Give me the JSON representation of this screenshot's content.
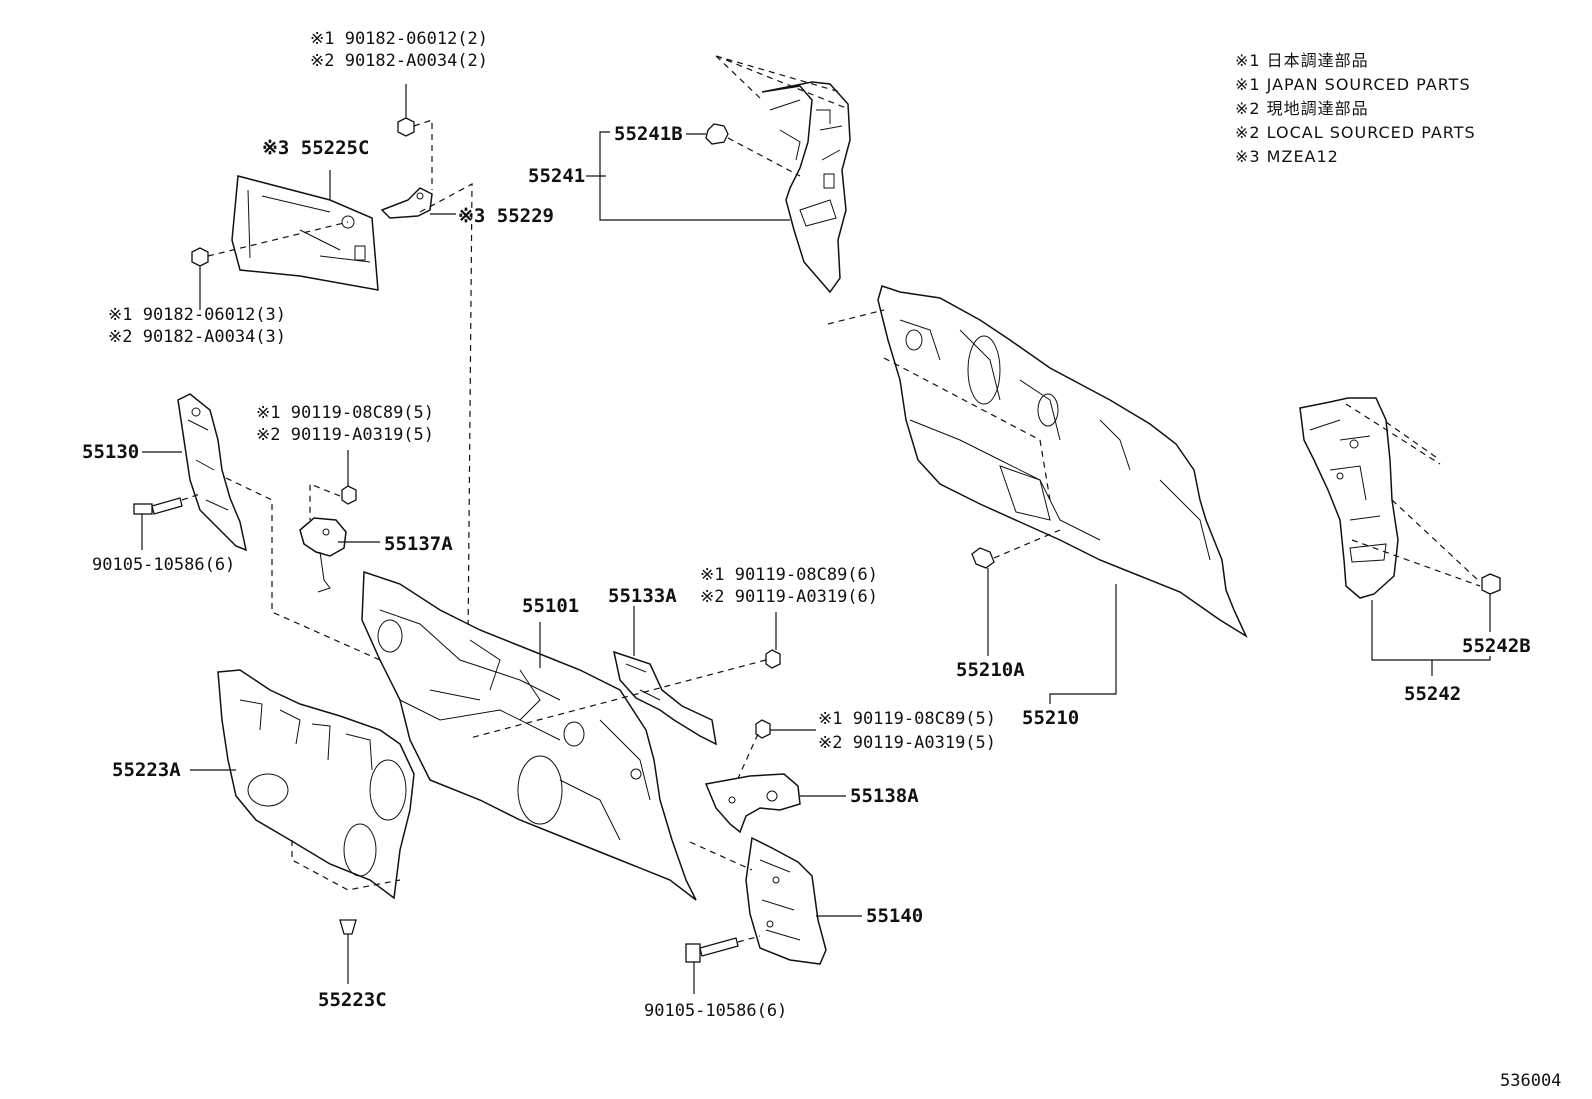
{
  "diagram_id": "536004",
  "legend": [
    "※1 日本調達部品",
    "※1 JAPAN SOURCED PARTS",
    "※2 現地調達部品",
    "※2 LOCAL SOURCED PARTS",
    "※3 MZEA12"
  ],
  "labels": {
    "p55225C": "※3 55225C",
    "p55229": "※3 55229",
    "n90182_2_a": "※1 90182-06012(2)",
    "n90182_2_b": "※2 90182-A0034(2)",
    "n90182_3_a": "※1  90182-06012(3)",
    "n90182_3_b": "※2  90182-A0034(3)",
    "p55241B": "55241B",
    "p55241": "55241",
    "p55130": "55130",
    "b90105_left": "90105-10586(6)",
    "b90119_5a_top": "※1 90119-08C89(5)",
    "b90119_5b_top": "※2 90119-A0319(5)",
    "p55137A": "55137A",
    "p55101": "55101",
    "p55133A": "55133A",
    "b90119_6a": "※1 90119-08C89(6)",
    "b90119_6b": "※2 90119-A0319(6)",
    "b90119_5a_mid": "※1 90119-08C89(5)",
    "b90119_5b_mid": "※2 90119-A0319(5)",
    "p55138A": "55138A",
    "p55223A": "55223A",
    "p55223C": "55223C",
    "p55140": "55140",
    "b90105_bottom": "90105-10586(6)",
    "p55210A": "55210A",
    "p55210": "55210",
    "p55242B": "55242B",
    "p55242": "55242"
  }
}
